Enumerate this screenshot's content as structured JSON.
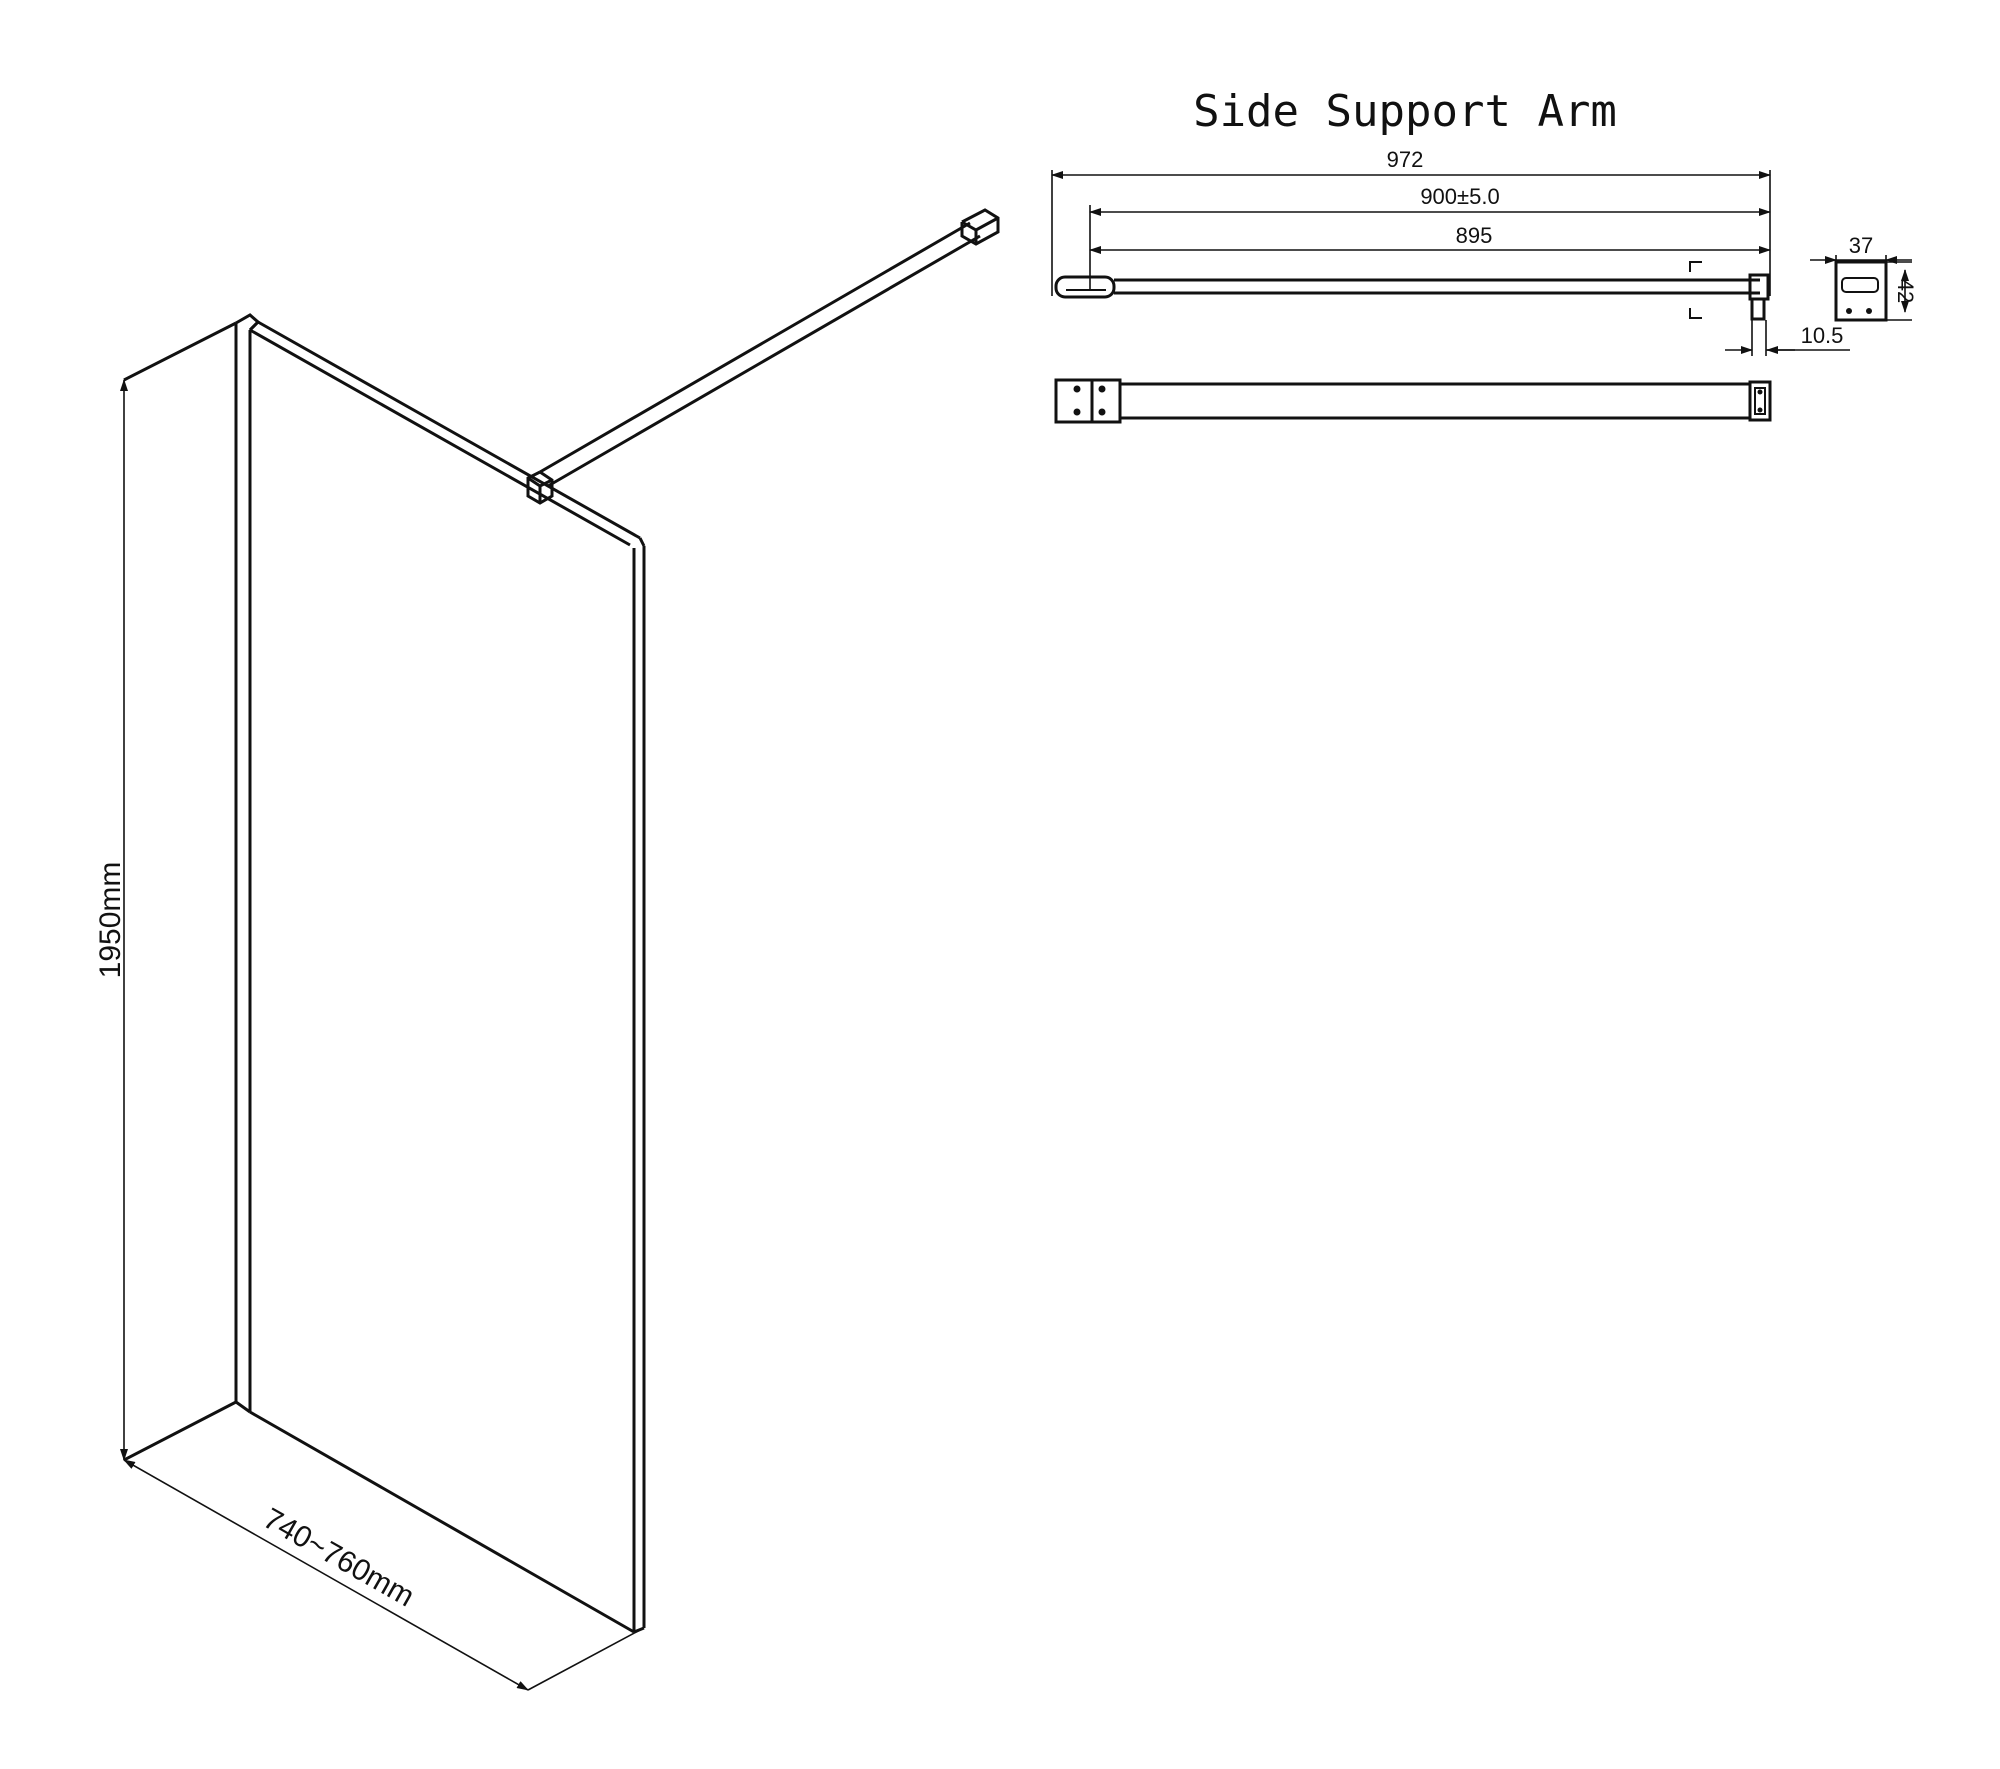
{
  "panel_view": {
    "height_label": "1950mm",
    "width_label": "740~760mm"
  },
  "side_support_arm": {
    "title": "Side Support Arm",
    "overall_length": "972",
    "adjustable_length": "900±5.0",
    "bar_length": "895",
    "bracket_width": "37",
    "bracket_height": "42",
    "clamp_offset": "10.5"
  },
  "colors": {
    "line": "#111111",
    "background": "#ffffff"
  }
}
